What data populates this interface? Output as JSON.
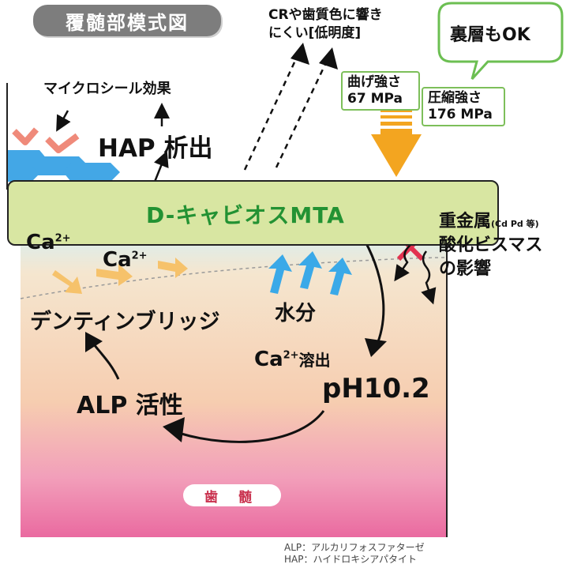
{
  "title": "覆髄部模式図",
  "material": "D-キャビオスMTA",
  "labels": {
    "cr_note_line1": "CRや歯質色に響き",
    "cr_note_line2": "にくい[低明度]",
    "back_layer_ok": "裏層もOK",
    "flexural_strength_label": "曲げ強さ",
    "flexural_strength_value": "67 MPa",
    "compressive_strength_label": "圧縮強さ",
    "compressive_strength_value": "176 MPa",
    "microseal": "マイクロシール効果",
    "hap_precipitation": "HAP 析出",
    "ca_ion_1": "Ca",
    "ca_ion_2": "Ca",
    "ca_ion_3": "Ca",
    "ion_charge": "2+",
    "dentin_bridge": "デンティンブリッジ",
    "water": "水分",
    "ca_elution_suffix": "溶出",
    "ph": "pH10.2",
    "alp_activity": "ALP 活性",
    "heavy_metal": "重金属",
    "heavy_metal_note": "(Cd Pd 等)",
    "bismuth_oxide": "酸化ビスマス",
    "influence": "の影響",
    "pulp": "歯 髄"
  },
  "footnotes": {
    "alp": "ALP：アルカリフォスファターゼ",
    "hap": "HAP：ハイドロキシアパタイト"
  },
  "colors": {
    "title_bg": "#7d7d7d",
    "band_fill": "#d8e6a2",
    "band_text": "#239233",
    "dentin_gradient_top": "#d9ecec",
    "pulp_gradient_bottom": "#ec6fa0",
    "arrow_orange": "#f3a520",
    "arrow_blue": "#3aa9e8",
    "cross_red": "#e2324f",
    "hap_chevron": "#ef8a7a",
    "hap_hex": "#43a7e6",
    "strength_border": "#7dbf5a",
    "pulp_text": "#c9304d"
  }
}
